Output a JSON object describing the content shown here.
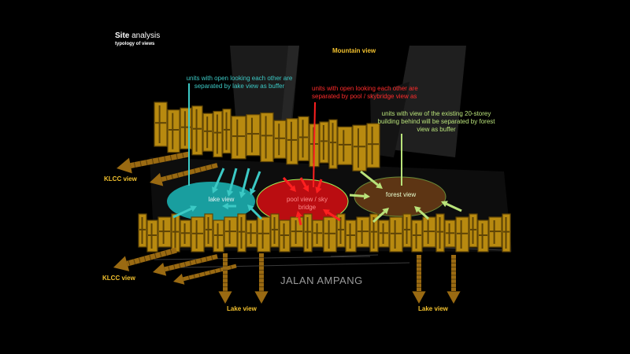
{
  "header": {
    "title_bold": "Site",
    "title_rest": " analysis",
    "subtitle": "typology of views"
  },
  "labels": {
    "mountain": "Mountain view",
    "klcc_upper": "KLCC view",
    "klcc_lower": "KLCC view",
    "lake_left": "Lake view",
    "lake_right": "Lake view",
    "road": "JALAN AMPANG"
  },
  "notes": {
    "cyan": "units with open looking each other are separated by lake view as buffer",
    "red": "units with open looking each other are separated by pool / skybridge view as",
    "green": "units with view of the existing 20-storey building behind will be separated by forest view as buffer"
  },
  "zones": {
    "lake": "lake view",
    "pool": "pool view / sky bridge",
    "forest": "forest view"
  },
  "colors": {
    "building": "#b88a10",
    "building_dark": "#5e4406",
    "orange_arrow": "#9a6a12",
    "cyan": "#3cc9c5",
    "lake_fill": "#1aa6a8",
    "red": "#ff2020",
    "pool_fill": "#c40d12",
    "green": "#b9e37a",
    "forest_fill": "#6b3d16",
    "label_yellow": "#f2c12e"
  }
}
